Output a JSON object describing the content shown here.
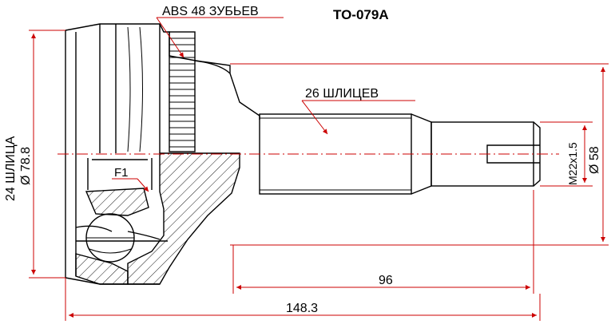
{
  "part_number": "TO-079A",
  "labels": {
    "abs": "ABS 48 ЗУБЬЕВ",
    "splines_outer": "26 ШЛИЦЕВ",
    "flag": "F1",
    "splines_inner": "24 ШЛИЦА",
    "outer_diameter": "Ø 78.8",
    "thread": "M22x1.5",
    "shaft_diameter": "Ø 58",
    "length_shaft": "96",
    "length_total": "148.3"
  },
  "colors": {
    "line": "#000000",
    "dimension": "#cc0000",
    "hatch": "#000000"
  }
}
